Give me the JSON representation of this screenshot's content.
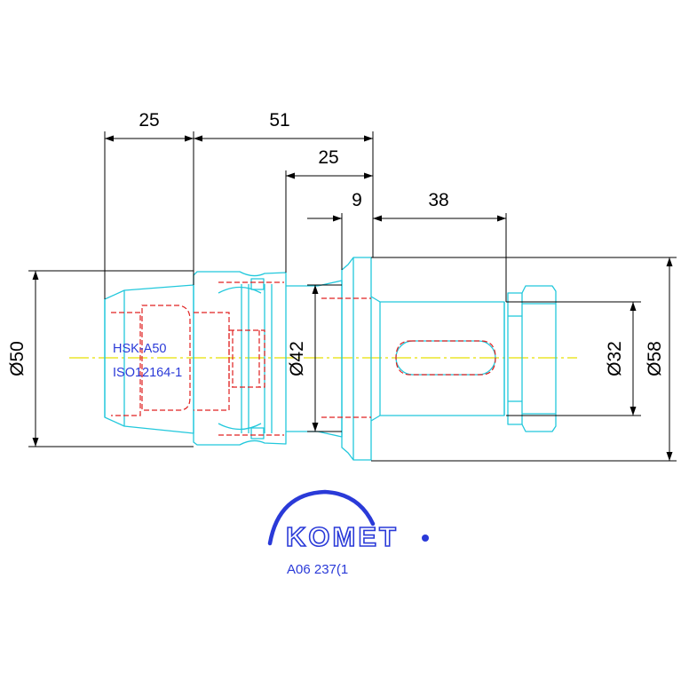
{
  "drawing": {
    "dimensions": {
      "len_25_top": "25",
      "len_51": "51",
      "len_25_mid": "25",
      "len_9": "9",
      "len_38": "38",
      "dia_50": "Ø50",
      "dia_42": "Ø42",
      "dia_32": "Ø32",
      "dia_58": "Ø58"
    },
    "notes": {
      "interface": "HSK-A50",
      "standard": "ISO12164-1"
    },
    "logo": {
      "text": "KOMET"
    },
    "part_number": "A06 237(1"
  },
  "colors": {
    "outline": "#22c8dc",
    "hidden": "#e02020",
    "dimension": "#000000",
    "centerline": "#e8e000",
    "text_blue": "#2a3ad8"
  }
}
